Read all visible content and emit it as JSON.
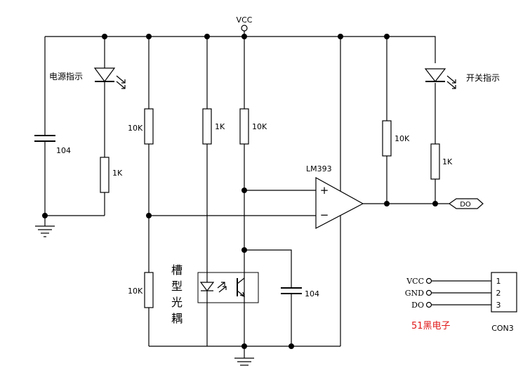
{
  "power": {
    "vcc": "VCC"
  },
  "indicators": {
    "power": "电源指示",
    "switch": "开关指示"
  },
  "components": {
    "cap_left": "104",
    "cap_right": "104",
    "r_led_power": "1K",
    "r_10k_left_top": "10K",
    "r_1k_opto": "1K",
    "r_10k_ref": "10K",
    "r_10k_pullup": "10K",
    "r_1k_led_switch": "1K",
    "r_10k_left_bottom": "10K"
  },
  "comparator": {
    "name": "LM393",
    "plus": "+",
    "minus": "−"
  },
  "output": {
    "net": "DO"
  },
  "optocoupler": {
    "chars": [
      "槽",
      "型",
      "光",
      "耦"
    ]
  },
  "connector": {
    "name": "CON3",
    "pins": [
      {
        "signal": "VCC",
        "number": "1"
      },
      {
        "signal": "GND",
        "number": "2"
      },
      {
        "signal": "DO",
        "number": "3"
      }
    ]
  },
  "brand": "51黑电子"
}
